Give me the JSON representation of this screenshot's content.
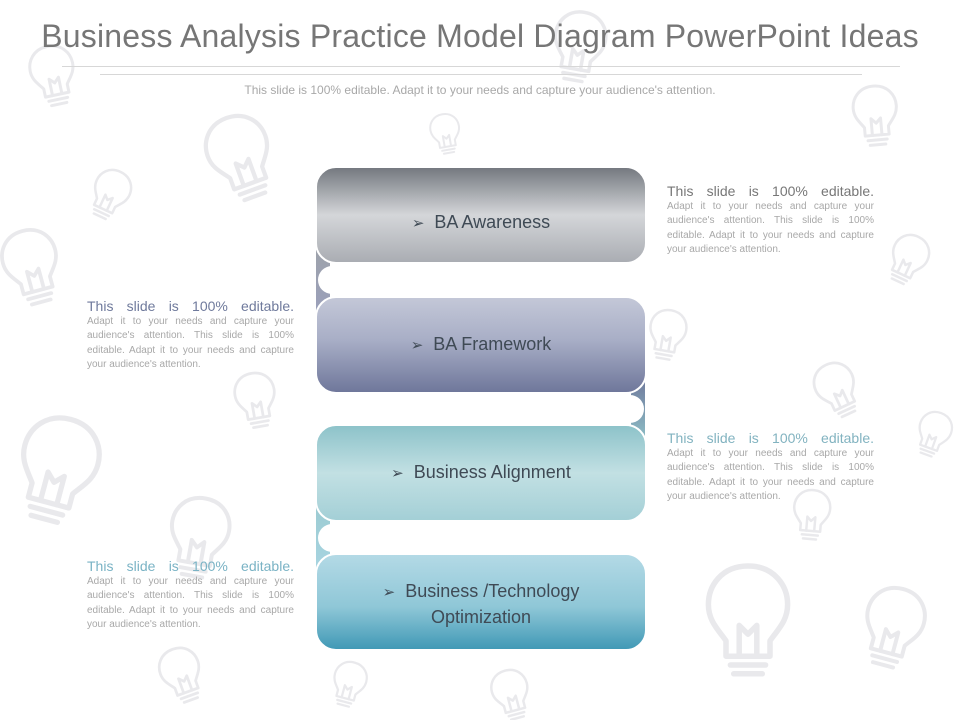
{
  "slide": {
    "title": "Business Analysis Practice Model Diagram PowerPoint Ideas",
    "subtitle": "This slide is 100% editable. Adapt it to your needs and capture your audience's attention."
  },
  "diagram": {
    "arrow_glyph": "➢",
    "stages": [
      {
        "label": "BA Awareness",
        "color": "#8b8f96"
      },
      {
        "label": "BA Framework",
        "color": "#8890ae"
      },
      {
        "label": "Business Alignment",
        "color": "#92c2c8"
      },
      {
        "label_line1": "Business /Technology",
        "label_line2": "Optimization",
        "color": "#6cb0c5"
      }
    ]
  },
  "notes": [
    {
      "heading": "This slide is 100% editable.",
      "body": "Adapt it to your needs and capture your audience's attention. This slide is 100% editable. Adapt it to your needs and capture your audience's attention.",
      "heading_color": "#777777"
    },
    {
      "heading": "This slide is 100% editable.",
      "body": "Adapt it to your needs and capture your audience's attention. This slide is 100% editable. Adapt it to your needs and capture your audience's attention.",
      "heading_color": "#6f7a9c"
    },
    {
      "heading": "This slide is 100% editable.",
      "body": "Adapt it to your needs and capture your audience's attention. This slide is 100% editable. Adapt it to your needs and capture your audience's attention.",
      "heading_color": "#82b3c0"
    },
    {
      "heading": "This slide is 100% editable.",
      "body": "Adapt it to your needs and capture your audience's attention. This slide is 100% editable. Adapt it to your needs and capture your audience's attention.",
      "heading_color": "#7ab3c5"
    }
  ]
}
